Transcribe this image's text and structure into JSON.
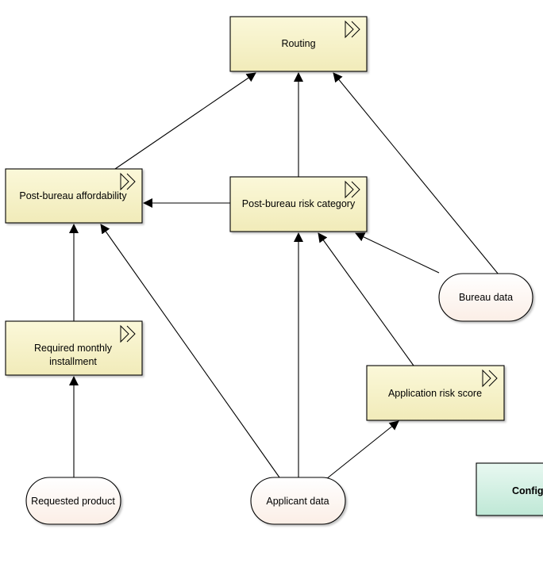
{
  "diagram": {
    "decisions": {
      "routing": {
        "label": "Routing"
      },
      "affordability": {
        "label": "Post-bureau affordability"
      },
      "risk_category": {
        "label": "Post-bureau risk category"
      },
      "monthly_installment": {
        "label_line1": "Required monthly",
        "label_line2": "installment"
      },
      "app_risk_score": {
        "label": "Application risk score"
      }
    },
    "inputs": {
      "bureau_data": {
        "label": "Bureau data"
      },
      "requested_product": {
        "label": "Requested product"
      },
      "applicant_data": {
        "label": "Applicant data"
      }
    },
    "knowledge_source": {
      "label": "Configu"
    },
    "colors": {
      "decision_fill_top": "#fbf8d9",
      "decision_fill_bottom": "#f1ebb9",
      "input_fill_top": "#ffffff",
      "input_fill_bottom": "#fbeee6",
      "knowledge_fill_top": "#e8f8f1",
      "knowledge_fill_bottom": "#bfe8d6",
      "stroke": "#000000"
    }
  }
}
